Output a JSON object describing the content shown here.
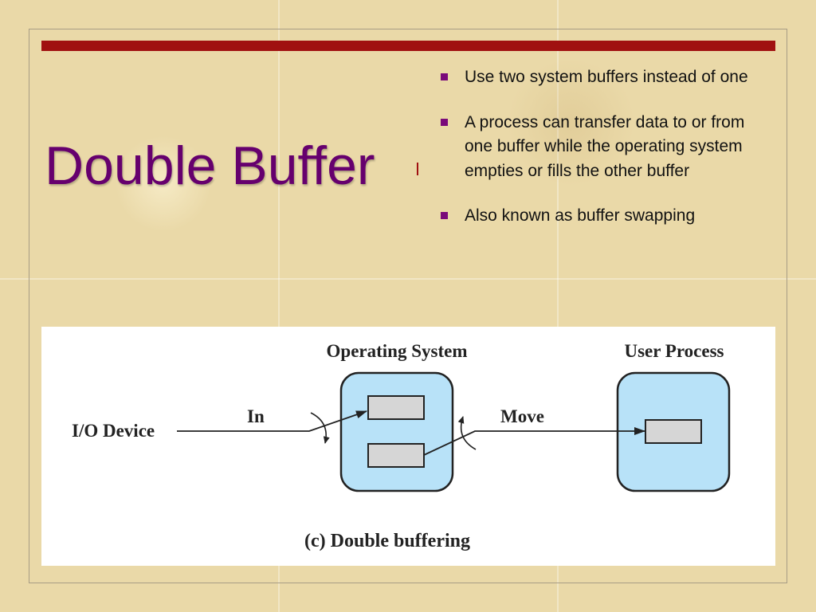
{
  "slide": {
    "title": "Double Buffer",
    "bullets": [
      "Use two system buffers instead of one",
      "A process can transfer data to or from one buffer while the operating system empties or fills the other buffer",
      "Also known as buffer swapping"
    ]
  },
  "diagram": {
    "os_label": "Operating System",
    "user_label": "User Process",
    "device_label": "I/O Device",
    "in_label": "In",
    "move_label": "Move",
    "caption": "(c) Double buffering"
  },
  "colors": {
    "title": "#66006e",
    "bar": "#a01010",
    "bullet": "#7a0a7a",
    "box_fill": "#b8e2f8",
    "buffer_fill": "#d6d6d6"
  }
}
